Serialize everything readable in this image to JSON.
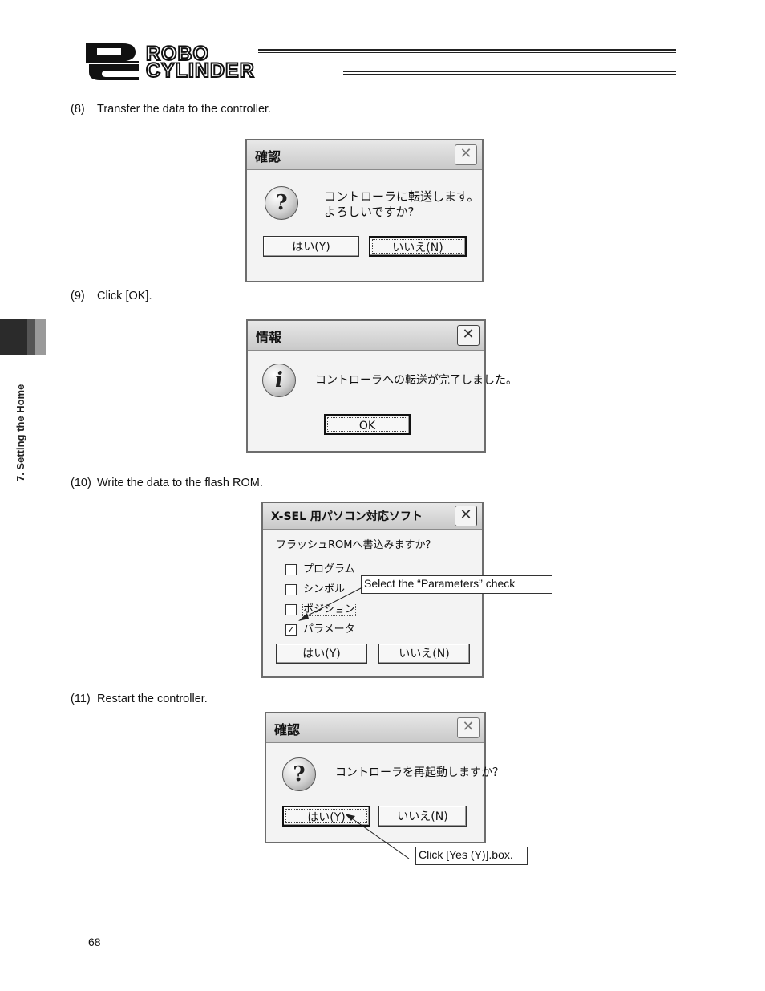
{
  "header": {
    "logo_mark": "RC",
    "logo_line1": "ROBO",
    "logo_line2": "CYLINDER"
  },
  "side_tab": {
    "label": "7. Setting the Home"
  },
  "steps": [
    {
      "num": "(8)",
      "text": "Transfer the data to the controller."
    },
    {
      "num": "(9)",
      "text": "Click [OK]."
    },
    {
      "num": "(10)",
      "text": "Write the data to the flash ROM."
    },
    {
      "num": "(11)",
      "text": "Restart the controller."
    }
  ],
  "dialog1": {
    "title": "確認",
    "close": "✕",
    "message_line1": "コントローラに転送します。",
    "message_line2": "よろしいですか?",
    "yes": "はい(Y)",
    "no": "いいえ(N)",
    "icon": "question-icon"
  },
  "dialog2": {
    "title": "情報",
    "close": "✕",
    "message": "コントローラへの転送が完了しました。",
    "ok": "OK",
    "icon": "info-icon"
  },
  "dialog3": {
    "title": "X-SEL 用パソコン対応ソフト",
    "close": "✕",
    "prompt": "フラッシュROMへ書込みますか？",
    "options": [
      {
        "label": "プログラム",
        "checked": false
      },
      {
        "label": "シンボル",
        "checked": false
      },
      {
        "label": "ポジション",
        "checked": false
      },
      {
        "label": "パラメータ",
        "checked": true
      }
    ],
    "yes": "はい(Y)",
    "no": "いいえ(N)"
  },
  "dialog4": {
    "title": "確認",
    "close": "✕",
    "message": "コントローラを再起動しますか？",
    "yes": "はい(Y)",
    "no": "いいえ(N)",
    "icon": "question-icon"
  },
  "callouts": {
    "parameters": "Select the “Parameters” check",
    "yes_click": "Click [Yes (Y)].box."
  },
  "page_number": "68"
}
